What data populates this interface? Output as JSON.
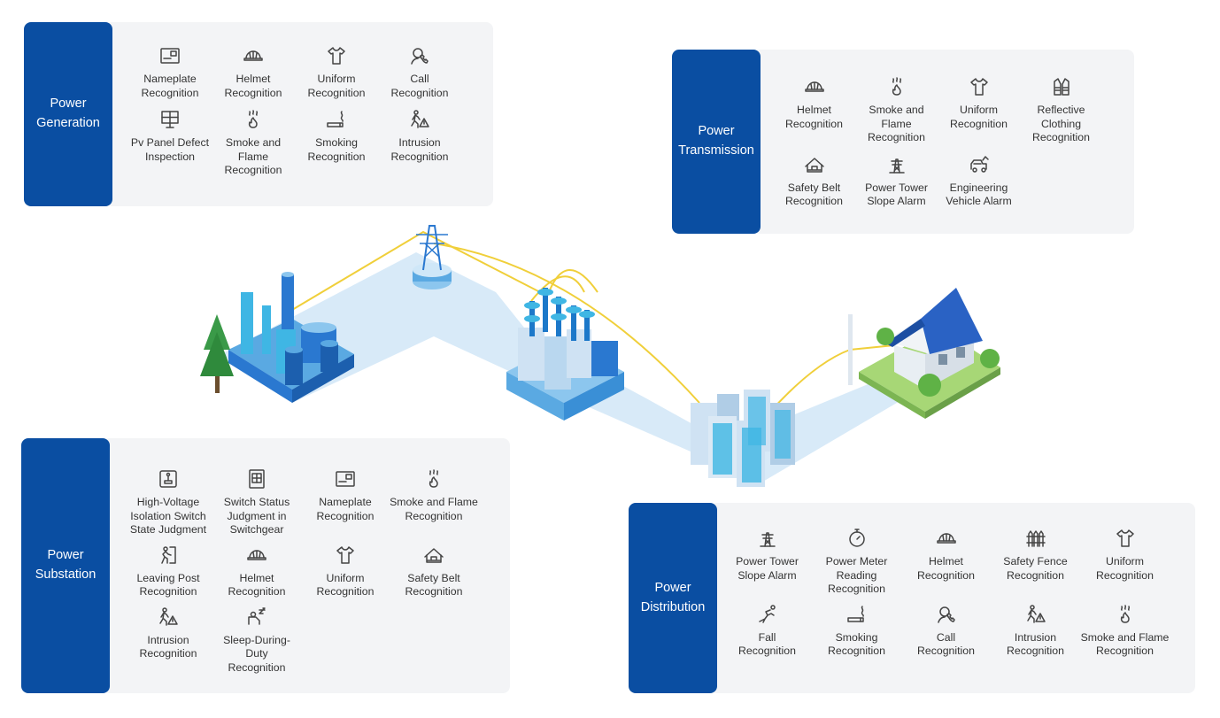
{
  "panels": {
    "generation": {
      "title": "Power\nGeneration",
      "items": [
        {
          "label": "Nameplate\nRecognition",
          "icon": "nameplate-icon"
        },
        {
          "label": "Helmet\nRecognition",
          "icon": "helmet-icon"
        },
        {
          "label": "Uniform\nRecognition",
          "icon": "uniform-icon"
        },
        {
          "label": "Call\nRecognition",
          "icon": "call-icon"
        },
        {
          "label": "Pv Panel Defect\nInspection",
          "icon": "pv-panel-icon"
        },
        {
          "label": "Smoke and Flame\nRecognition",
          "icon": "smoke-flame-icon"
        },
        {
          "label": "Smoking\nRecognition",
          "icon": "smoking-icon"
        },
        {
          "label": "Intrusion\nRecognition",
          "icon": "intrusion-icon"
        }
      ]
    },
    "transmission": {
      "title": "Power\nTransmission",
      "items": [
        {
          "label": "Helmet\nRecognition",
          "icon": "helmet-icon"
        },
        {
          "label": "Smoke and Flame\nRecognition",
          "icon": "smoke-flame-icon"
        },
        {
          "label": "Uniform\nRecognition",
          "icon": "uniform-icon"
        },
        {
          "label": "Reflective Clothing\nRecognition",
          "icon": "vest-icon"
        },
        {
          "label": "Safety Belt\nRecognition",
          "icon": "safety-belt-icon"
        },
        {
          "label": "Power Tower\nSlope Alarm",
          "icon": "tower-icon"
        },
        {
          "label": "Engineering\nVehicle Alarm",
          "icon": "vehicle-icon"
        }
      ]
    },
    "substation": {
      "title": "Power\nSubstation",
      "items": [
        {
          "label": "High-Voltage\nIsolation Switch\nState Judgment",
          "icon": "isolation-switch-icon"
        },
        {
          "label": "Switch Status\nJudgment in\nSwitchgear",
          "icon": "switchgear-icon"
        },
        {
          "label": "Nameplate\nRecognition",
          "icon": "nameplate-icon"
        },
        {
          "label": "Smoke and Flame\nRecognition",
          "icon": "smoke-flame-icon"
        },
        {
          "label": "Leaving Post\nRecognition",
          "icon": "leaving-post-icon"
        },
        {
          "label": "Helmet\nRecognition",
          "icon": "helmet-icon"
        },
        {
          "label": "Uniform\nRecognition",
          "icon": "uniform-icon"
        },
        {
          "label": "Safety Belt\nRecognition",
          "icon": "safety-belt-icon"
        },
        {
          "label": "Intrusion\nRecognition",
          "icon": "intrusion-icon"
        },
        {
          "label": "Sleep-During-Duty\nRecognition",
          "icon": "sleep-icon"
        }
      ]
    },
    "distribution": {
      "title": "Power\nDistribution",
      "items": [
        {
          "label": "Power Tower\nSlope Alarm",
          "icon": "tower-icon"
        },
        {
          "label": "Power Meter\nReading\nRecognition",
          "icon": "meter-icon"
        },
        {
          "label": "Helmet\nRecognition",
          "icon": "helmet-icon"
        },
        {
          "label": "Safety Fence\nRecognition",
          "icon": "fence-icon"
        },
        {
          "label": "Uniform\nRecognition",
          "icon": "uniform-icon"
        },
        {
          "label": "Fall\nRecognition",
          "icon": "fall-icon"
        },
        {
          "label": "Smoking\nRecognition",
          "icon": "smoking-icon"
        },
        {
          "label": "Call\nRecognition",
          "icon": "call-icon"
        },
        {
          "label": "Intrusion\nRecognition",
          "icon": "intrusion-icon"
        },
        {
          "label": "Smoke and Flame\nRecognition",
          "icon": "smoke-flame-icon"
        }
      ]
    }
  },
  "colors": {
    "tag": "#0a4ea2",
    "panel_bg": "#f3f4f6",
    "path": "#d6e9f8",
    "wire": "#f2d13d",
    "building": "#2a78d0",
    "cyan": "#3fb6e4"
  }
}
